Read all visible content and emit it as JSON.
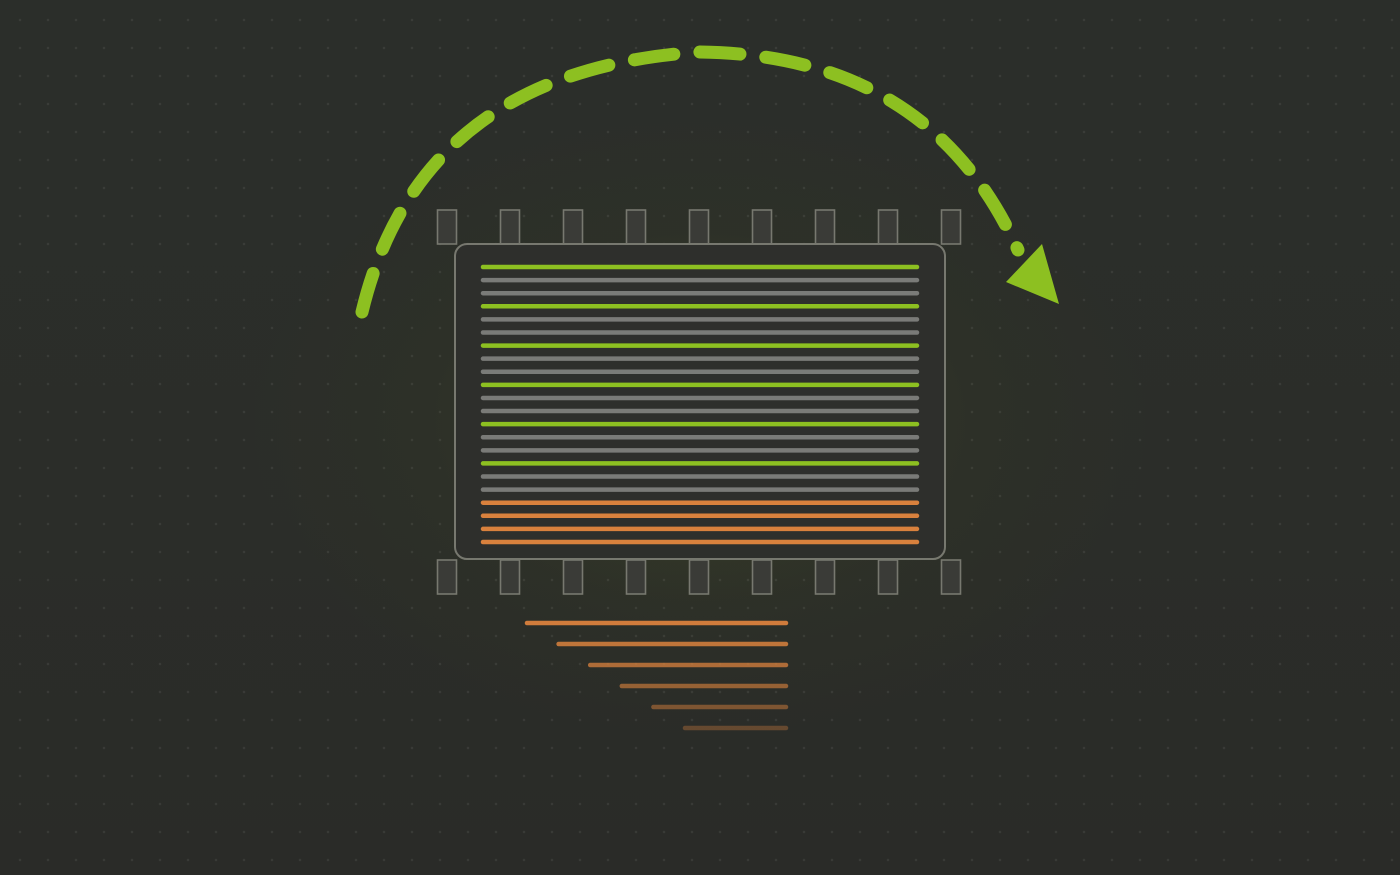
{
  "colors": {
    "background": "#2b2d29",
    "glow": "#5c6e1e",
    "accent_green": "#8dc021",
    "line_gray": "#7a7b78",
    "line_orange": "#d9813d",
    "frame_stroke": "#77786f",
    "frame_fill": "#2e2f2c"
  },
  "icons": {
    "arc": "dashed-circular-arrow-icon",
    "block": "memory-chip-icon"
  },
  "chip": {
    "pins_per_side": 9,
    "rows": [
      "green",
      "gray",
      "gray",
      "green",
      "gray",
      "gray",
      "green",
      "gray",
      "gray",
      "green",
      "gray",
      "gray",
      "green",
      "gray",
      "gray",
      "green",
      "gray",
      "gray",
      "orange",
      "orange",
      "orange",
      "orange"
    ]
  },
  "overflow_lines": {
    "count": 6,
    "opacities": [
      0.95,
      0.85,
      0.75,
      0.62,
      0.48,
      0.34
    ]
  }
}
